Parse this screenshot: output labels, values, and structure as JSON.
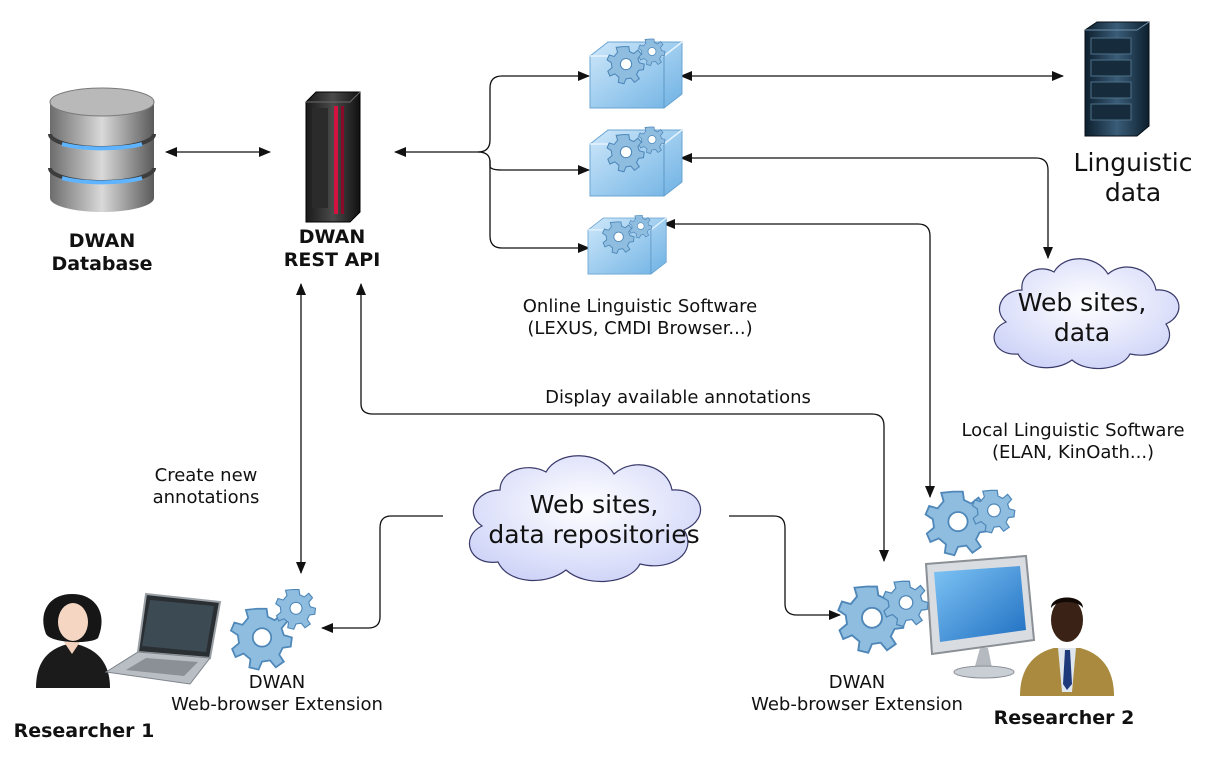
{
  "labels": {
    "dwan_database": [
      "DWAN",
      "Database"
    ],
    "dwan_rest_api": [
      "DWAN",
      "REST API"
    ],
    "online_software": [
      "Online Linguistic Software",
      "(LEXUS, CMDI Browser...)"
    ],
    "linguistic_data": [
      "Linguistic",
      "data"
    ],
    "web_sites_data": [
      "Web sites,",
      "data"
    ],
    "display_annotations": "Display available annotations",
    "local_software": [
      "Local Linguistic Software",
      "(ELAN, KinOath...)"
    ],
    "create_annotations": [
      "Create new",
      "annotations"
    ],
    "web_sites_repos": [
      "Web sites,",
      "data repositories"
    ],
    "extension_1": [
      "DWAN",
      "Web-browser Extension"
    ],
    "extension_2": [
      "DWAN",
      "Web-browser Extension"
    ],
    "researcher_1": "Researcher 1",
    "researcher_2": "Researcher 2"
  },
  "icons": {
    "database": "database-icon",
    "server": "server-icon",
    "software_box": "software-box-gear-icon",
    "server_rack": "server-rack-icon",
    "cloud": "cloud-icon",
    "gears": "gears-icon",
    "laptop": "laptop-icon",
    "monitor": "monitor-icon",
    "person_female": "person-female-icon",
    "person_male": "person-male-icon"
  },
  "colors": {
    "arrow": "#111111",
    "cloud_fill": "#dfe3fb",
    "gear_fill": "#7fb0d8",
    "box_fill": "#9ccdf0",
    "server_red": "#c8103c",
    "db_ring": "#4a90d9"
  }
}
